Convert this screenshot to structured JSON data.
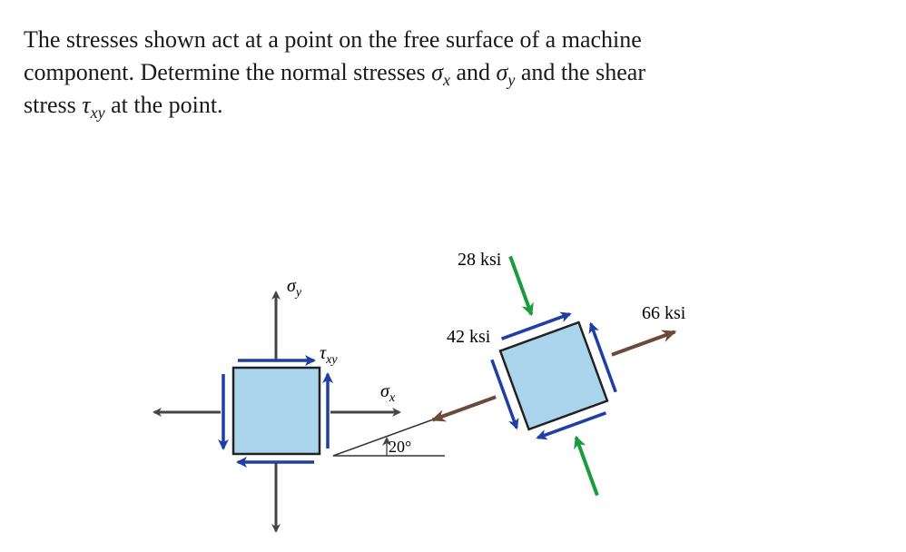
{
  "problem": {
    "line1": "The stresses shown act at a point on the free surface of a machine",
    "line2_pre": "component. Determine the normal stresses ",
    "and1": " and ",
    "and2": " and the shear",
    "line3_pre": "stress ",
    "line3_post": " at the point.",
    "sigma": "σ",
    "tau": "τ",
    "sub_x": "x",
    "sub_y": "y",
    "sub_xy": "xy"
  },
  "figure": {
    "left_element": {
      "sigma_y_label": "σ",
      "sigma_y_sub": "y",
      "tau_xy_label": "τ",
      "tau_xy_sub": "xy",
      "sigma_x_label": "σ",
      "sigma_x_sub": "x",
      "angle_label": "20°"
    },
    "right_element": {
      "stress_top_label": "28 ksi",
      "stress_shear_label": "42 ksi",
      "stress_right_label": "66 ksi"
    },
    "colors": {
      "element_fill": "#a9d4ec",
      "element_stroke": "#222222",
      "shear_arrow": "#1f3fa6",
      "normal_arrow_left": "#444444",
      "normal_arrow_brown": "#6b4a3a",
      "compression_arrow": "#1a9c3c"
    }
  }
}
